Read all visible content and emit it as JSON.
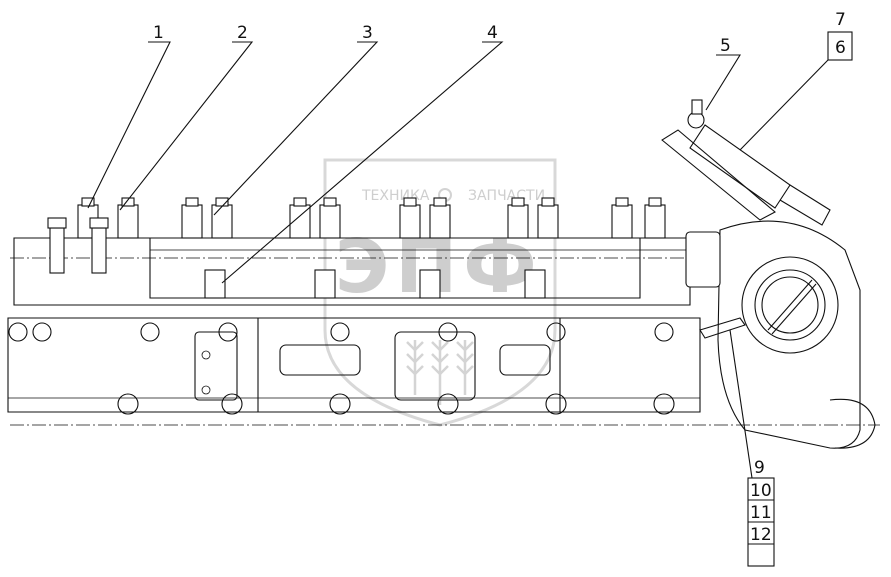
{
  "callouts": [
    {
      "num": "1"
    },
    {
      "num": "2"
    },
    {
      "num": "3"
    },
    {
      "num": "4"
    },
    {
      "num": "5"
    },
    {
      "num": "6"
    },
    {
      "num": "7"
    },
    {
      "num": "9"
    },
    {
      "num": "10"
    },
    {
      "num": "11"
    },
    {
      "num": "12"
    }
  ],
  "watermark": {
    "top_text": "ТЕХНИКА",
    "top_text_right": "ЗАПЧАСТИ",
    "big_text": "ЭПФ",
    "color": "#c9c9c9"
  }
}
